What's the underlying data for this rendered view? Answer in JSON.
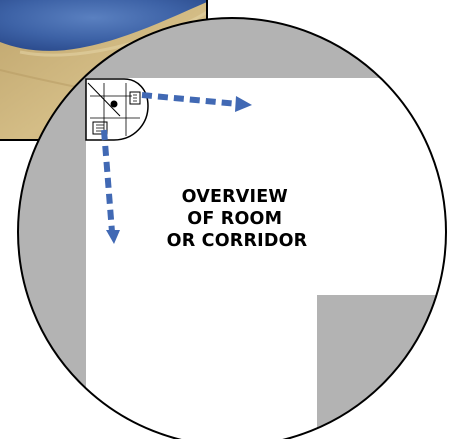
{
  "illustration": {
    "label_lines": [
      "OVERVIEW",
      "OF ROOM",
      "OR CORRIDOR"
    ],
    "colors": {
      "floor": "#ffffff",
      "walls": "#b3b3b3",
      "circle_outline": "#000000",
      "arrow": "#4169b4",
      "photo_blue": "#3f67a8",
      "photo_tan": "#cdb47c"
    },
    "icons": {
      "camera": "ceiling-camera-icon",
      "arrows": "dashed-arrow-icon",
      "photo": "photo-icon"
    }
  }
}
